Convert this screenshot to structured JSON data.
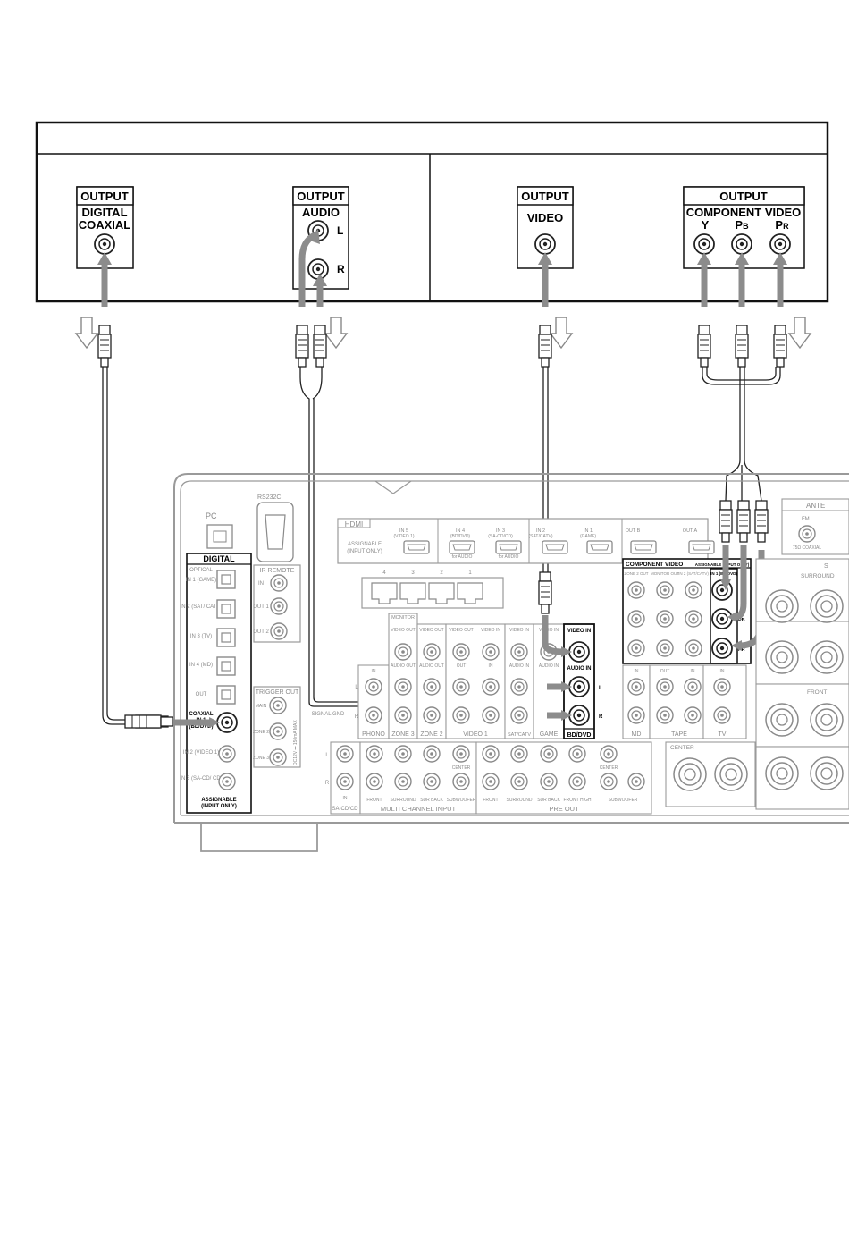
{
  "player": {
    "title": "",
    "coax_box": {
      "head": "OUTPUT",
      "line1": "DIGITAL",
      "line2": "COAXIAL"
    },
    "audio_box": {
      "head": "OUTPUT",
      "label": "AUDIO",
      "l": "L",
      "r": "R"
    },
    "video_box": {
      "head": "OUTPUT",
      "label": "VIDEO"
    },
    "component_box": {
      "head": "OUTPUT",
      "label": "COMPONENT VIDEO",
      "y": "Y",
      "pb": "P",
      "pb_sub": "B",
      "pr": "P",
      "pr_sub": "R"
    }
  },
  "receiver": {
    "rs232c": "RS232C",
    "pc": "PC",
    "hdmi": {
      "title": "HDMI",
      "assignable": "ASSIGNABLE",
      "input_only": "(INPUT ONLY)",
      "inputs": [
        {
          "name": "IN 5",
          "sub": "(VIDEO 1)"
        },
        {
          "name": "IN 4",
          "sub": "(BD/DVD)",
          "note": "for AUDIO"
        },
        {
          "name": "IN 3",
          "sub": "(SA-CD/CD)",
          "note": "for AUDIO"
        },
        {
          "name": "IN 2",
          "sub": "(SAT/CATV)"
        },
        {
          "name": "IN 1",
          "sub": "(GAME)"
        }
      ],
      "outputs": [
        "OUT B",
        "OUT A"
      ]
    },
    "digital": {
      "title": "DIGITAL",
      "optical": "OPTICAL",
      "rows": [
        "IN 1 (GAME)",
        "IN 2 (SAT/ CATV)",
        "IN 3 (TV)",
        "IN 4 (MD)",
        "OUT"
      ],
      "coax_in1": [
        "COAXIAL",
        "IN 1",
        "(BD/DVD)"
      ],
      "coax_rows": [
        "IN 2 (VIDEO 1)",
        "IN 3 (SA-CD/ CD)"
      ],
      "assignable": "ASSIGNABLE",
      "input_only": "(INPUT ONLY)"
    },
    "ir_remote": {
      "title": "IR REMOTE",
      "rows": [
        "IN",
        "OUT 1",
        "OUT 2"
      ]
    },
    "trigger_out": {
      "title": "TRIGGER OUT",
      "rows": [
        "MAIN",
        "ZONE 2",
        "ZONE 3"
      ],
      "note": "DC12V ⎓ 150mA MAX"
    },
    "lan_ports": [
      "4",
      "3",
      "2",
      "1"
    ],
    "signal_gnd": "SIGNAL GND",
    "monitor": "MONITOR",
    "groups": {
      "phono": "PHONO",
      "zone3": "ZONE 3",
      "zone2": "ZONE 2",
      "video1": "VIDEO 1",
      "satcatv": "SAT/CATV",
      "game": "GAME",
      "bddvd": "BD/DVD",
      "md": "MD",
      "tape": "TAPE",
      "tv": "TV"
    },
    "jack_labels": {
      "video_out": "VIDEO OUT",
      "video_in": "VIDEO IN",
      "audio_out": "AUDIO OUT",
      "audio_in": "AUDIO IN",
      "in": "IN",
      "out": "OUT",
      "l": "L",
      "r": "R"
    },
    "component": {
      "title": "COMPONENT VIDEO",
      "assignable": "ASSIGNABLE (INPUT ONLY)",
      "cols": [
        "ZONE 2 OUT",
        "MONITOR OUT",
        "IN 2 (SAT/CATV)",
        "IN 1 (BD/DVD)"
      ],
      "rows": [
        "Y",
        "PB",
        "PR"
      ]
    },
    "multi_channel": {
      "title": "MULTI CHANNEL INPUT",
      "cols": [
        "FRONT",
        "SURROUND",
        "SUR BACK",
        "SUBWOOFER"
      ],
      "center": "CENTER",
      "sacd": "SA-CD/CD",
      "in": "IN"
    },
    "pre_out": {
      "title": "PRE OUT",
      "cols": [
        "FRONT",
        "SURROUND",
        "SUR BACK",
        "FRONT HIGH",
        "SUBWOOFER"
      ],
      "center": "CENTER"
    },
    "antenna": {
      "title": "ANTE",
      "fm": "FM",
      "coax": "75Ω COAXIAL"
    },
    "speakers": {
      "surround": "SURROUND",
      "front": "FRONT",
      "center": "CENTER",
      "s": "S"
    }
  }
}
